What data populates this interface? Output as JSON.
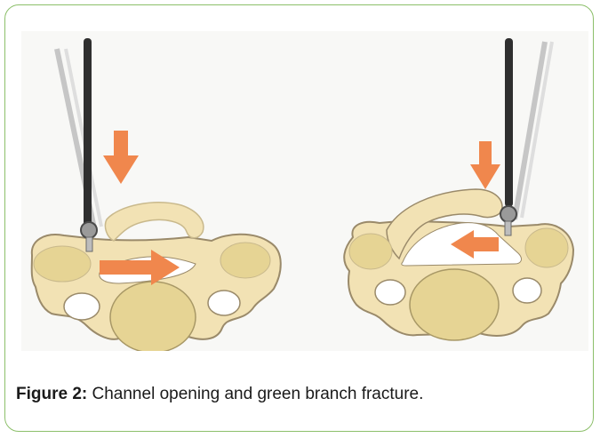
{
  "figure": {
    "caption_label": "Figure 2:",
    "caption_text": " Channel opening and green branch fracture."
  },
  "colors": {
    "border": "#8cbf6a",
    "bone": "#f2e2b4",
    "bone_outline": "#9a8a6a",
    "disc": "#e6d494",
    "arrow": "#f0874d",
    "probe": "#3a3a3a"
  },
  "icons": [
    "vertebra-diagram",
    "probe-tool",
    "down-arrow-icon",
    "right-arrow-icon",
    "left-arrow-icon"
  ]
}
